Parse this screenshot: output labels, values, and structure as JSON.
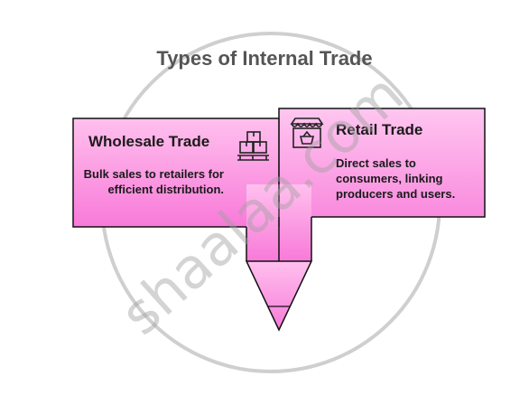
{
  "title": "Types of Internal Trade",
  "colors": {
    "card_fill_top": "#ffc0ee",
    "card_fill_bottom": "#f87ad9",
    "outline": "#111111",
    "title": "#555555",
    "watermark": "#bdbdbd"
  },
  "cards": [
    {
      "title": "Wholesale Trade",
      "description": "Bulk sales to retailers for efficient distribution.",
      "icon": "stacked-boxes-on-pallet-icon"
    },
    {
      "title": "Retail Trade",
      "description": "Direct sales to consumers, linking producers and users.",
      "icon": "storefront-with-basket-icon"
    }
  ],
  "watermark": "shaalaa.com"
}
